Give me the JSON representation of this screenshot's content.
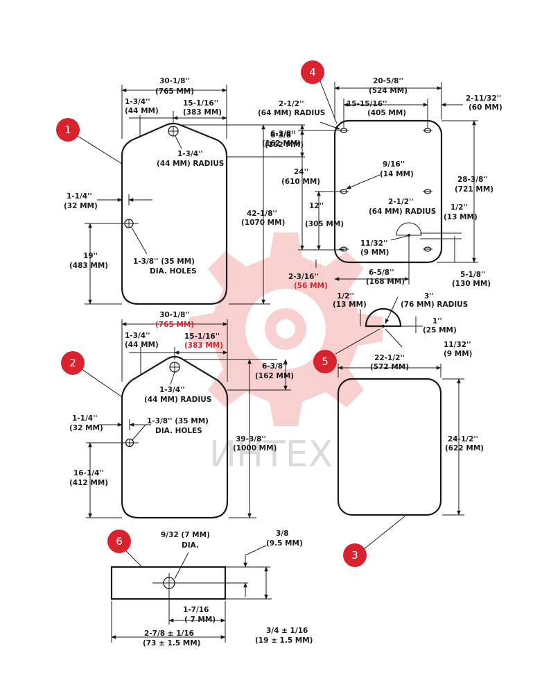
{
  "watermark": {
    "text": "ИНТЕХ",
    "color": "#f4a3a3"
  },
  "badges": {
    "b1": "1",
    "b2": "2",
    "b3": "3",
    "b4": "4",
    "b5": "5",
    "b6": "6"
  },
  "sign1": {
    "width_in": "30-1/8''",
    "width_mm": "(765 MM)",
    "offset_in": "1-3/4''",
    "offset_mm": "(44 MM)",
    "half_in": "15-1/16''",
    "half_mm": "(383 MM)",
    "radius_in": "1-3/4''",
    "radius_mm": "(44 MM) RADIUS",
    "top_in": "6-3/8''",
    "top_mm": "(162 MM)",
    "height_in": "42-1/8''",
    "height_mm": "(1070 MM)",
    "edge_in": "1-1/4''",
    "edge_mm": "(32 MM)",
    "hole_in": "19''",
    "hole_mm": "(483 MM)",
    "holes_in": "1-3/8'' (35 MM)",
    "holes_label": "DIA. HOLES"
  },
  "sign2": {
    "width_in": "30-1/8''",
    "width_mm": "(765 MM)",
    "offset_in": "1-3/4''",
    "offset_mm": "(44 MM)",
    "half_in": "15-1/16''",
    "half_mm": "(383 MM)",
    "radius_in": "1-3/4''",
    "radius_mm": "(44 MM) RADIUS",
    "top_in": "6-3/8''",
    "top_mm": "(162 MM)",
    "height_in": "39-3/8''",
    "height_mm": "(1000 MM)",
    "edge_in": "1-1/4''",
    "edge_mm": "(32 MM)",
    "hole_in": "16-1/4''",
    "hole_mm": "(412 MM)",
    "holes_in": "1-3/8'' (35 MM)",
    "holes_label": "DIA. HOLES"
  },
  "sign4": {
    "width_in": "20-5/8''",
    "width_mm": "(524 MM)",
    "inner_in": "15-15/16''",
    "inner_mm": "(405 MM)",
    "right_in": "2-11/32''",
    "right_mm": "(60 MM)",
    "corner_in": "2-1/2''",
    "corner_mm": "(64 MM) RADIUS",
    "top_in": "6-3/8''",
    "top_mm": "(162 MM)",
    "slot_in": "9/16''",
    "slot_mm": "(14 MM)",
    "hole_span_in": "24''",
    "hole_span_mm": "(610 MM)",
    "height_in": "28-3/8''",
    "height_mm": "(721 MM)",
    "notch_in": "2-1/2''",
    "notch_mm": "(64 MM) RADIUS",
    "notch_h_in": "1/2''",
    "notch_h_mm": "(13 MM)",
    "lower_in": "12''",
    "lower_mm": "(305 MM)",
    "small_in": "11/32''",
    "small_mm": "(9 MM)",
    "bottom_in": "2-3/16''",
    "bottom_mm": "(56 MM)",
    "center_in": "6-5/8''",
    "center_mm": "(168 MM)",
    "side_in": "5-1/8''",
    "side_mm": "(130 MM)"
  },
  "detail5": {
    "h_in": "1/2''",
    "h_mm": "(13 MM)",
    "radius_in": "3''",
    "radius_mm": "(76 MM) RADIUS",
    "depth_in": "1''",
    "depth_mm": "(25 MM)",
    "small_in": "11/32''",
    "small_mm": "(9 MM)"
  },
  "sign3": {
    "width_in": "22-1/2''",
    "width_mm": "(572 MM)",
    "height_in": "24-1/2''",
    "height_mm": "(622 MM)"
  },
  "sign6": {
    "hole_in": "9/32 (7 MM)",
    "hole_label": "DIA.",
    "offset_in": "3/8",
    "offset_mm": "(9.5 MM)",
    "inner_in": "1-7/16",
    "inner_mm": "( 7 MM)",
    "width_in": "2-7/8 ± 1/16",
    "width_mm": "(73 ± 1.5 MM)",
    "height_in": "3/4 ± 1/16",
    "height_mm": "(19 ± 1.5 MM)"
  }
}
